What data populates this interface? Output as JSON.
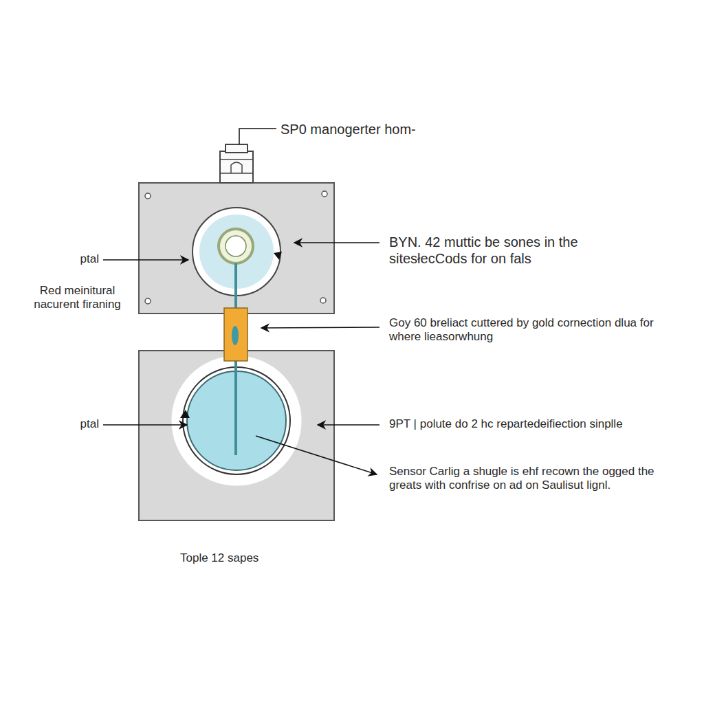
{
  "diagram": {
    "caption": "Tople 12 sapes",
    "labels": [
      "SP0 manogerter hom-",
      "ptal",
      "Red meinitural nacurent firaning",
      "BYN. 42 muttic be sones in the sitesłecCods for on fals",
      "Goy 60 breliact cuttered by gold cornection dlua for where lieasorwhung",
      "ptal",
      "9PT | polute do 2 hc repartedeifiection sinplle",
      "Sensor Carlig a shugle is ehf recown the ogged the greats with confrise on ad on Saulisut lignl."
    ]
  }
}
